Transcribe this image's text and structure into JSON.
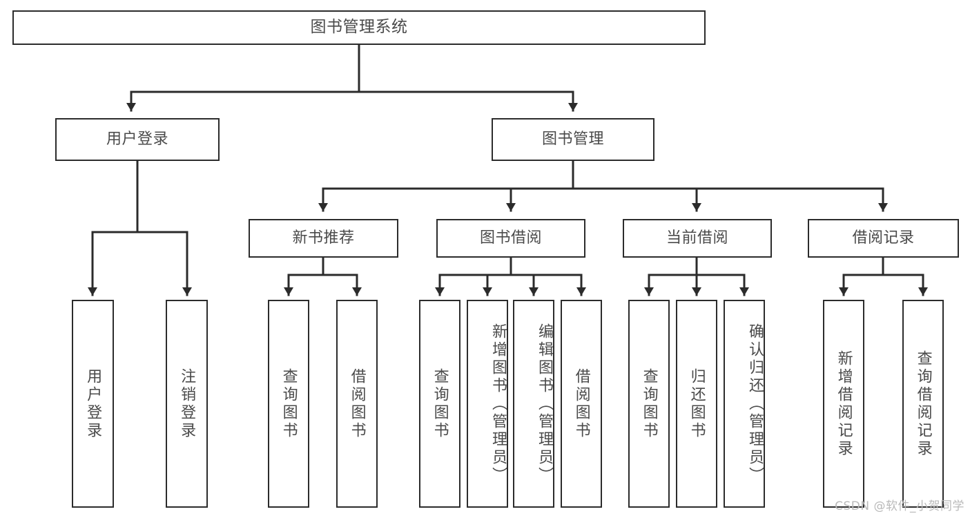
{
  "diagram": {
    "type": "tree-hierarchy",
    "title": "图书管理系统",
    "watermark": "CSDN @软件_小贺同学",
    "colors": {
      "stroke": "#2b2b2b",
      "fill": "#ffffff",
      "text": "#4a4a4a",
      "watermark": "#b9b9b9"
    },
    "nodes": {
      "root": {
        "label": "图书管理系统",
        "level": 0,
        "orientation": "horizontal"
      },
      "login": {
        "label": "用户登录",
        "level": 1,
        "orientation": "horizontal"
      },
      "book_mgmt": {
        "label": "图书管理",
        "level": 1,
        "orientation": "horizontal"
      },
      "new_book": {
        "label": "新书推荐",
        "level": 2,
        "orientation": "horizontal"
      },
      "borrow": {
        "label": "图书借阅",
        "level": 2,
        "orientation": "horizontal"
      },
      "current_borrow": {
        "label": "当前借阅",
        "level": 2,
        "orientation": "horizontal"
      },
      "borrow_record": {
        "label": "借阅记录",
        "level": 2,
        "orientation": "horizontal"
      },
      "leaf_user_login": {
        "label": "用户登录",
        "level": 3,
        "orientation": "vertical",
        "parent": "login"
      },
      "leaf_logout": {
        "label": "注销登录",
        "level": 3,
        "orientation": "vertical",
        "parent": "login"
      },
      "leaf_query_book_1": {
        "label": "查询图书",
        "level": 3,
        "orientation": "vertical",
        "parent": "new_book"
      },
      "leaf_borrow_book_1": {
        "label": "借阅图书",
        "level": 3,
        "orientation": "vertical",
        "parent": "new_book"
      },
      "leaf_query_book_2": {
        "label": "查询图书",
        "level": 3,
        "orientation": "vertical",
        "parent": "borrow"
      },
      "leaf_add_book": {
        "label": "新增图书（管理员）",
        "level": 3,
        "orientation": "vertical",
        "parent": "borrow"
      },
      "leaf_edit_book": {
        "label": "编辑图书（管理员）",
        "level": 3,
        "orientation": "vertical",
        "parent": "borrow"
      },
      "leaf_borrow_book_2": {
        "label": "借阅图书",
        "level": 3,
        "orientation": "vertical",
        "parent": "borrow"
      },
      "leaf_query_book_3": {
        "label": "查询图书",
        "level": 3,
        "orientation": "vertical",
        "parent": "current_borrow"
      },
      "leaf_return_book": {
        "label": "归还图书",
        "level": 3,
        "orientation": "vertical",
        "parent": "current_borrow"
      },
      "leaf_confirm_return": {
        "label": "确认归还（管理员）",
        "level": 3,
        "orientation": "vertical",
        "parent": "current_borrow"
      },
      "leaf_add_record": {
        "label": "新增借阅记录",
        "level": 3,
        "orientation": "vertical",
        "parent": "borrow_record"
      },
      "leaf_query_record": {
        "label": "查询借阅记录",
        "level": 3,
        "orientation": "vertical",
        "parent": "borrow_record"
      }
    }
  }
}
